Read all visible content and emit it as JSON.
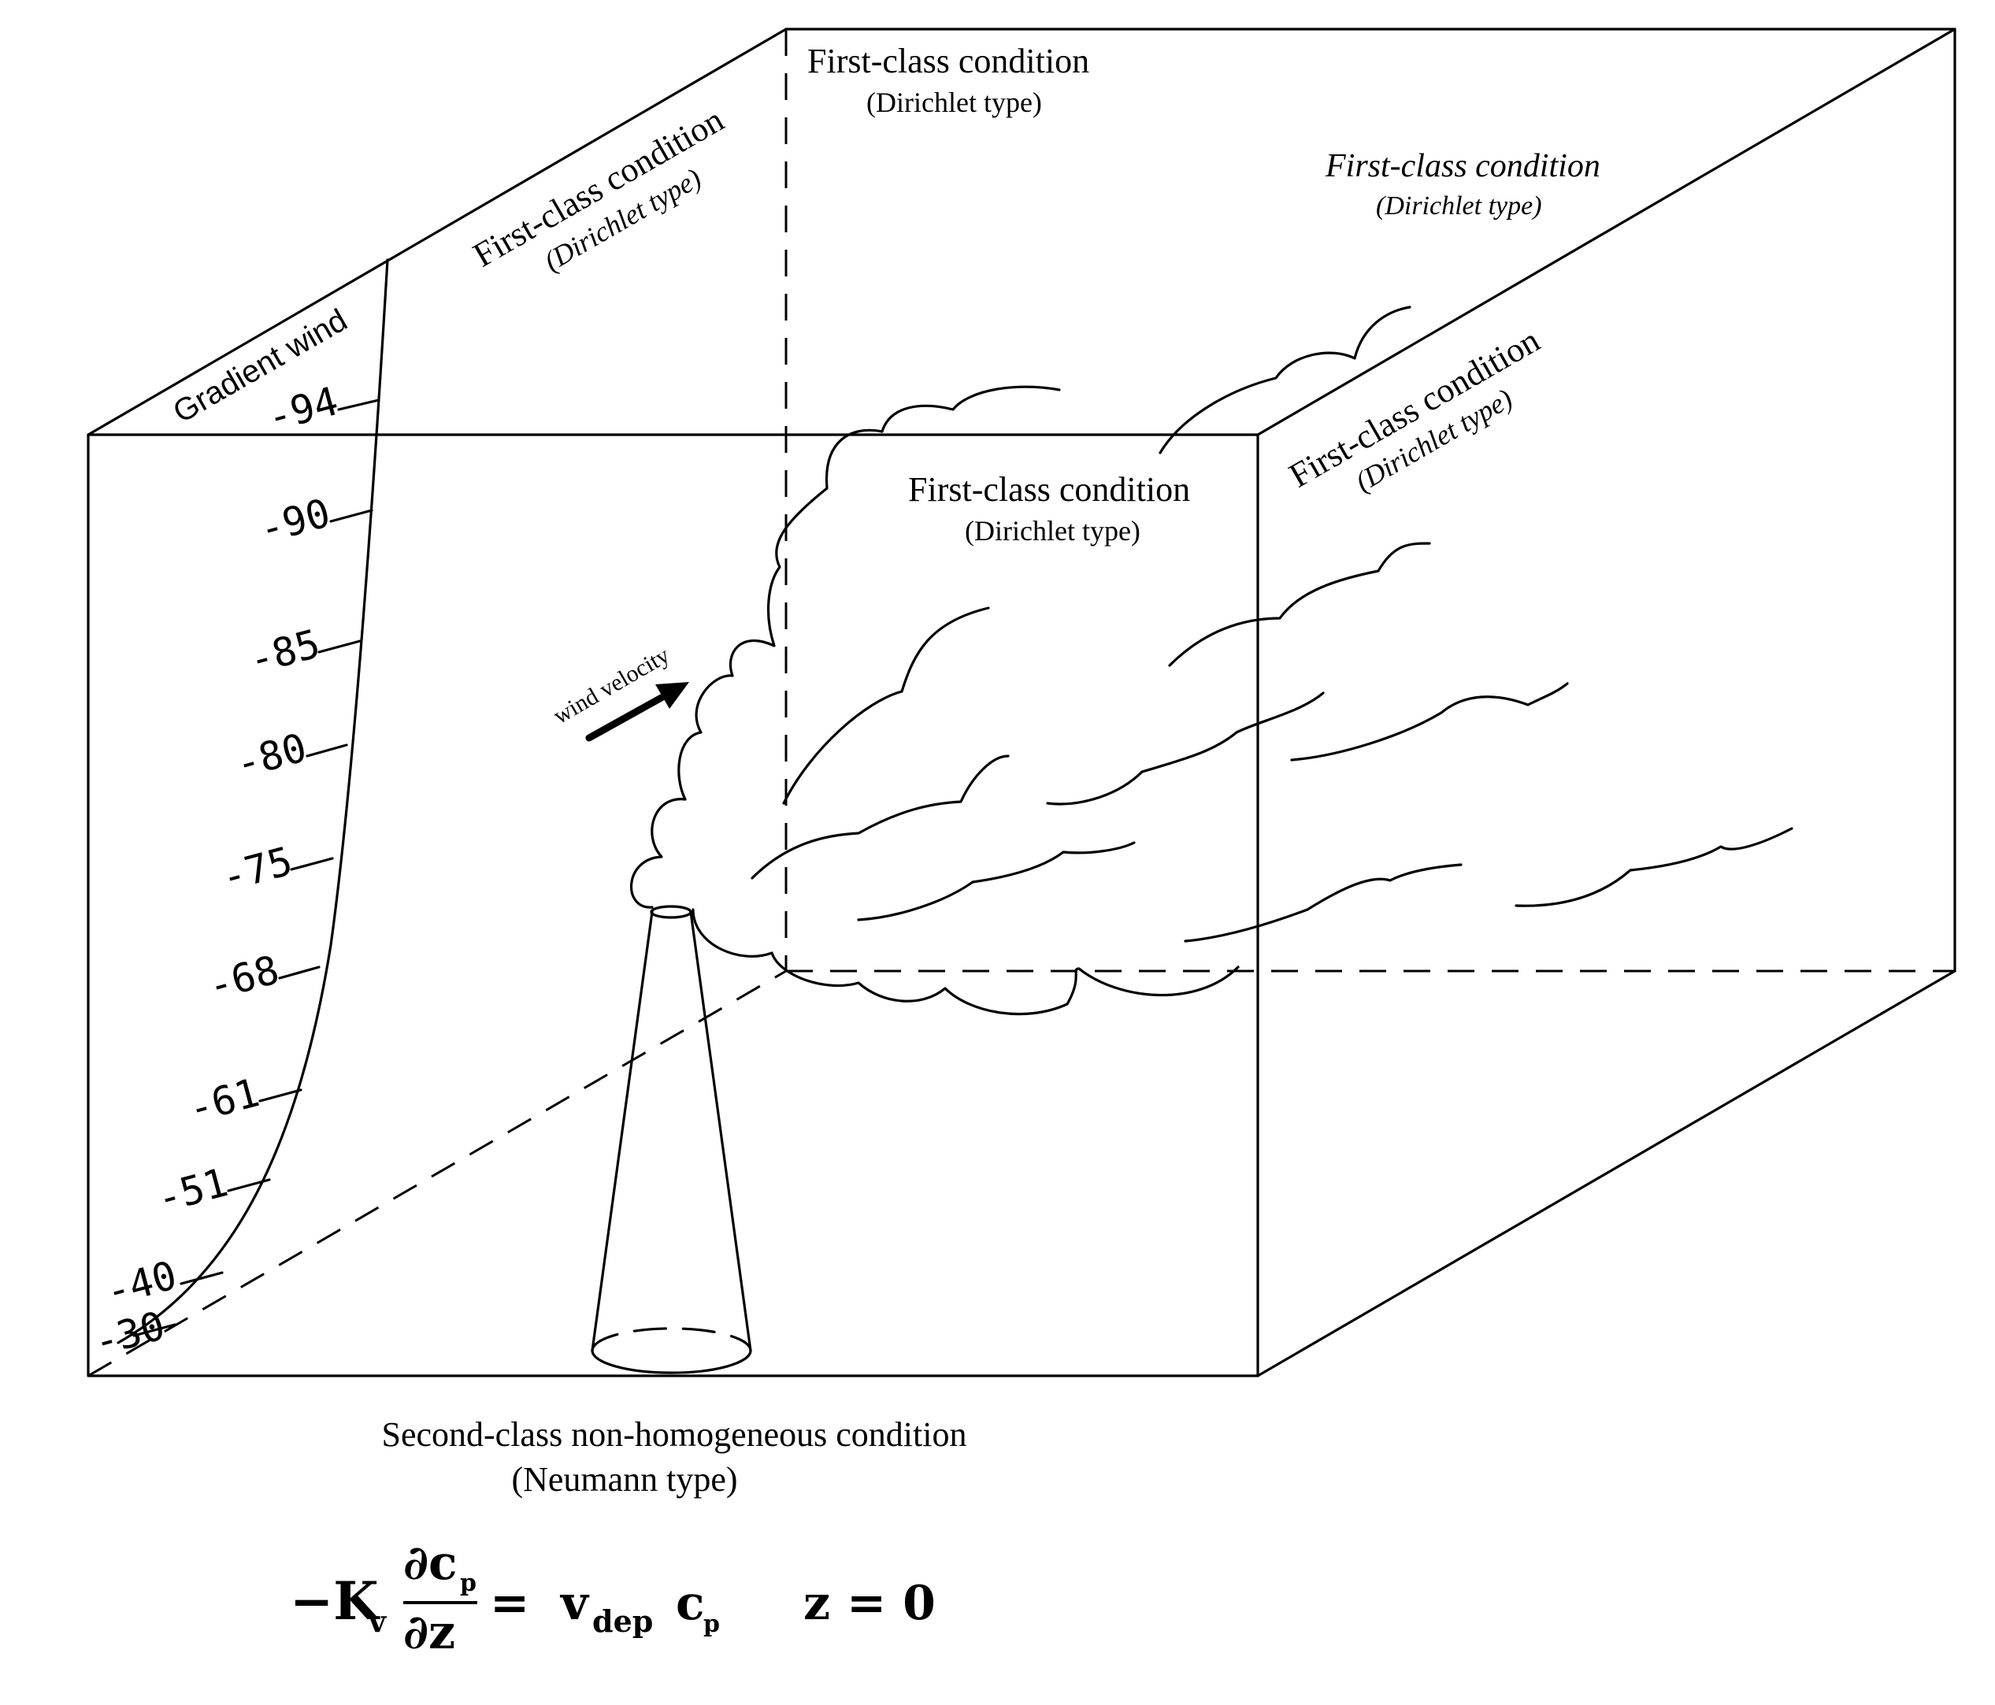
{
  "labels": {
    "gradient_wind": "Gradient wind",
    "wind_velocity": "wind velocity",
    "top_back": {
      "title": "First-class condition",
      "sub": "(Dirichlet type)"
    },
    "top_left": {
      "title": "First-class condition",
      "sub": "(Dirichlet type)"
    },
    "top_right": {
      "title": "First-class condition",
      "sub": "(Dirichlet type)"
    },
    "right_face": {
      "title": "First-class condition",
      "sub": "(Dirichlet type)"
    },
    "front_face": {
      "title": "First-class condition",
      "sub": "(Dirichlet type)"
    },
    "bottom": {
      "title": "Second-class non-homogeneous condition",
      "sub": "(Neumann type)"
    }
  },
  "profile_ticks": [
    "-94",
    "-90",
    "-85",
    "-80",
    "-75",
    "-68",
    "-61",
    "-51",
    "-40",
    "-30"
  ],
  "equation": {
    "minus_k": "−K",
    "k_sub": "v",
    "num_d": "∂c",
    "num_sub": "p",
    "den": "∂z",
    "equals": "=",
    "v": "v",
    "v_sub": "dep",
    "c": "c",
    "c_sub": "p",
    "z_eq": "z = 0"
  }
}
